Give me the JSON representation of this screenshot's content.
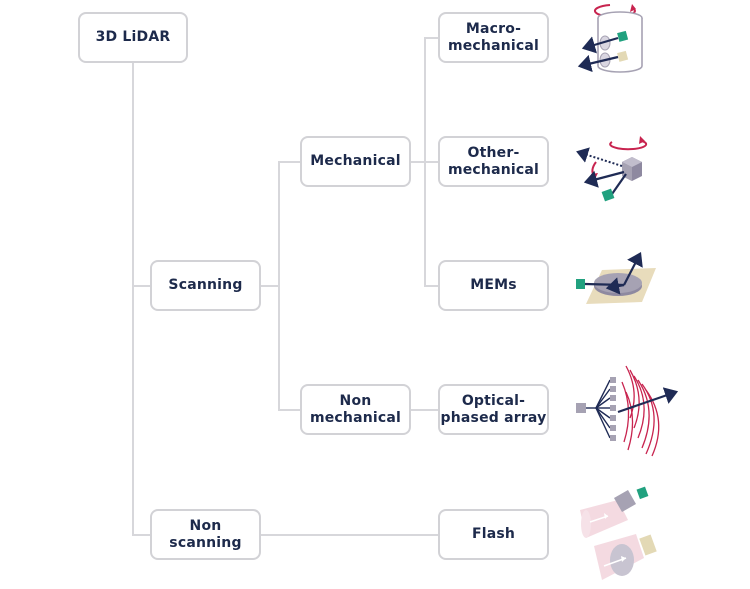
{
  "nodes": {
    "root": "3D LiDAR",
    "scanning": "Scanning",
    "non_scanning": "Non\nscanning",
    "mechanical": "Mechanical",
    "non_mechanical": "Non\nmechanical",
    "macro_mechanical": "Macro-\nmechanical",
    "other_mechanical": "Other-\nmechanical",
    "mems": "MEMs",
    "optical_phased_array": "Optical-\nphased array",
    "flash": "Flash"
  },
  "icons": [
    "rotating-cylinder-icon",
    "rotating-cube-mirror-icon",
    "mems-mirror-icon",
    "phased-array-wavefront-icon",
    "flash-illumination-icon"
  ],
  "colors": {
    "node_border": "#d2d2d6",
    "connector": "#d7d7db",
    "text": "#1d2a4b",
    "accent_red": "#c8244f",
    "accent_green": "#21a17f",
    "arrow_navy": "#1f2b55",
    "device_gray": "#a6a2b3"
  }
}
